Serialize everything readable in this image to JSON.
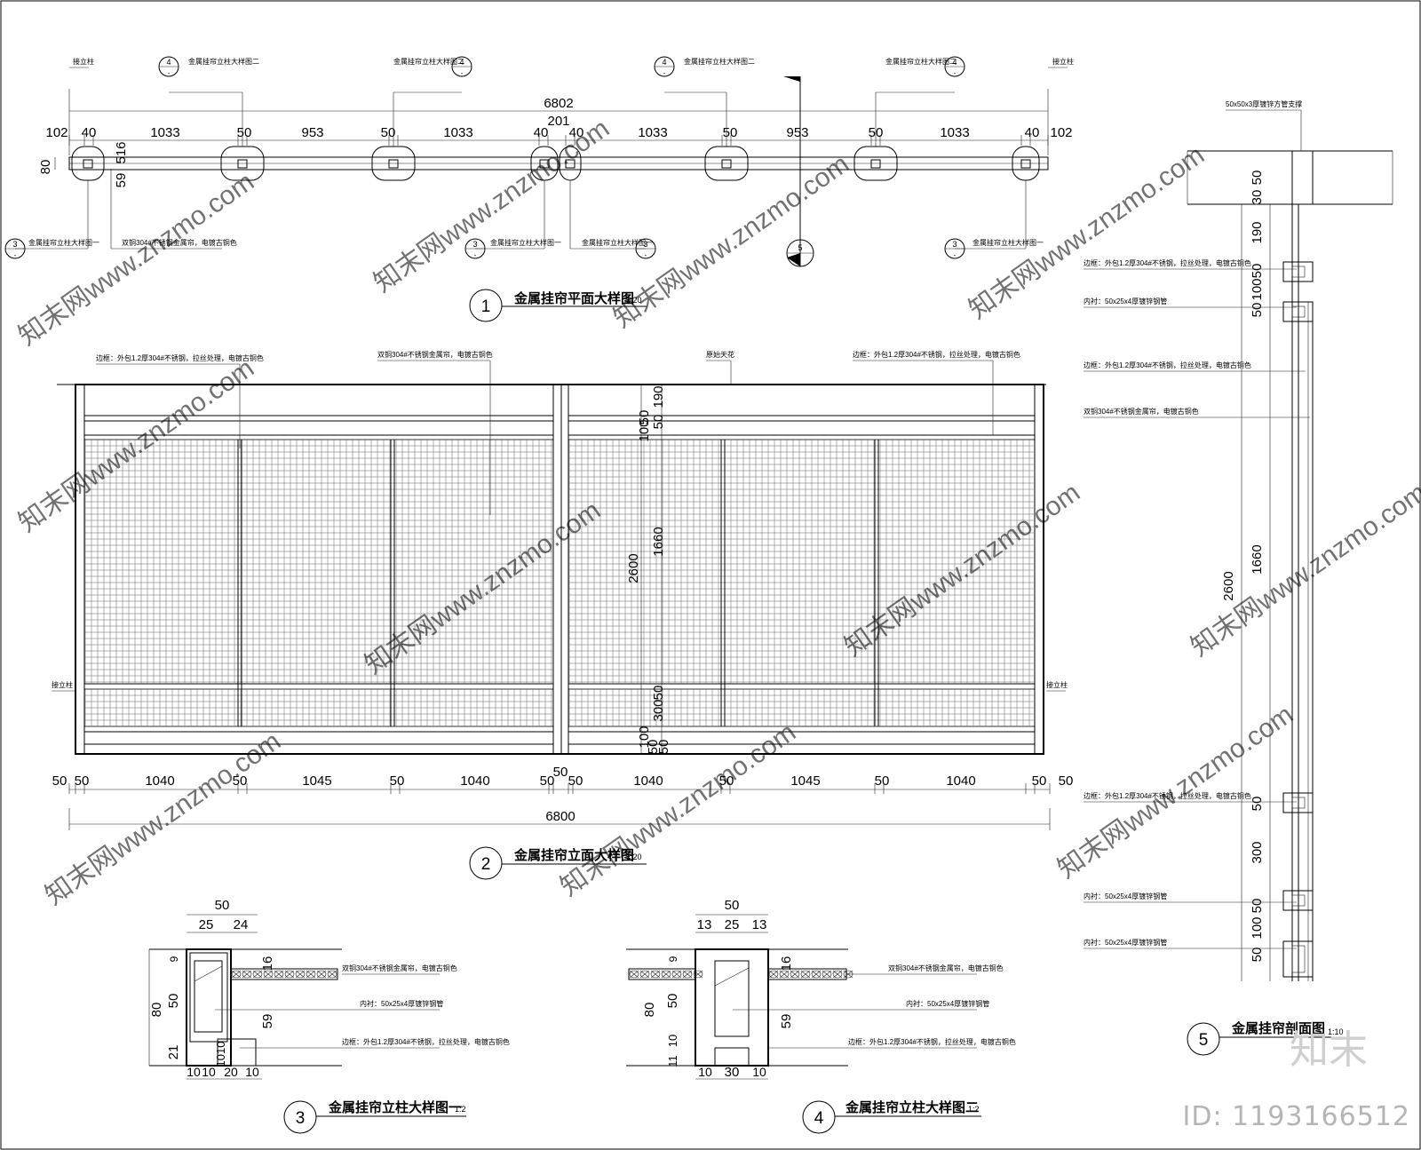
{
  "watermark": {
    "text": "知末网www.znzmo.com",
    "brand": "知末",
    "id": "ID: 1193166512"
  },
  "plan": {
    "title": "金属挂帘平面大样图",
    "number": "1",
    "scale": "1:20",
    "total": "6802",
    "mid": "201",
    "ht1": "80",
    "ht2": "516",
    "ht3": "59",
    "dims": [
      "102",
      "40",
      "1033",
      "50",
      "953",
      "50",
      "1033",
      "40",
      "40",
      "1033",
      "50",
      "953",
      "50",
      "1033",
      "40",
      "102"
    ],
    "col_label": "接立柱",
    "tag_detail2": "金属挂帘立柱大样图二",
    "tag_detail1": "金属挂帘立柱大样图一",
    "tag_clip": "双铜304#不锈钢金属帘，电镀古铜色",
    "bubble4": "4",
    "bubble3": "3",
    "section_no": "5",
    "dash": "-"
  },
  "elevation": {
    "title": "金属挂帘立面大样图",
    "number": "2",
    "scale": "1:20",
    "ceiling": "原始天花",
    "frame": "边框：外包1.2厚304#不锈钢，拉丝处理，电镀古铜色",
    "curtain": "双铜304#不锈钢金属帘，电镀古铜色",
    "col_label": "接立柱",
    "bottom_dims": [
      "50",
      "50",
      "1040",
      "50",
      "1045",
      "50",
      "1040",
      "50",
      "50",
      "1040",
      "50",
      "1045",
      "50",
      "1040",
      "50",
      "50"
    ],
    "mid50": "50",
    "total": "6800",
    "vert": [
      "100",
      "50",
      "50",
      "190",
      "1660",
      "2600",
      "50",
      "300",
      "100",
      "50",
      "50"
    ]
  },
  "detail3": {
    "title": "金属挂帘立柱大样图一",
    "number": "3",
    "scale": "1:2",
    "top": [
      "50",
      "25",
      "24"
    ],
    "left": [
      "80",
      "50",
      "9",
      "21"
    ],
    "right": [
      "16",
      "59"
    ],
    "bot": [
      "10",
      "10",
      "20",
      "10"
    ],
    "inner": "1010",
    "n1": "双铜304#不锈钢金属帘，电镀古铜色",
    "n2": "内衬：50x25x4厚镀锌钢管",
    "n3": "边框：外包1.2厚304#不锈钢，拉丝处理，电镀古铜色"
  },
  "detail4": {
    "title": "金属挂帘立柱大样图二",
    "number": "4",
    "scale": "1:2",
    "top": [
      "50",
      "13",
      "25",
      "13"
    ],
    "left": [
      "80",
      "50",
      "9",
      "10",
      "11"
    ],
    "right": [
      "16",
      "59"
    ],
    "bot": [
      "10",
      "30",
      "10"
    ],
    "n1": "双铜304#不锈钢金属帘，电镀古铜色",
    "n2": "内衬：50x25x4厚镀锌钢管",
    "n3": "边框：外包1.2厚304#不锈钢，拉丝处理，电镀古铜色"
  },
  "section": {
    "title": "金属挂帘剖面图",
    "number": "5",
    "scale": "1:10",
    "top_tube": "50x50x3厚镀锌方管支撑",
    "n_frame": "边框：外包1.2厚304#不锈钢，拉丝处理，电镀古铜色",
    "n_lining": "内衬：50x25x4厚镀锌钢管",
    "n_curtain": "双铜304#不锈钢金属帘，电镀古铜色",
    "dims": [
      "50",
      "30",
      "190",
      "50",
      "100",
      "50",
      "1660",
      "2600",
      "50",
      "300",
      "50",
      "100",
      "50"
    ]
  }
}
